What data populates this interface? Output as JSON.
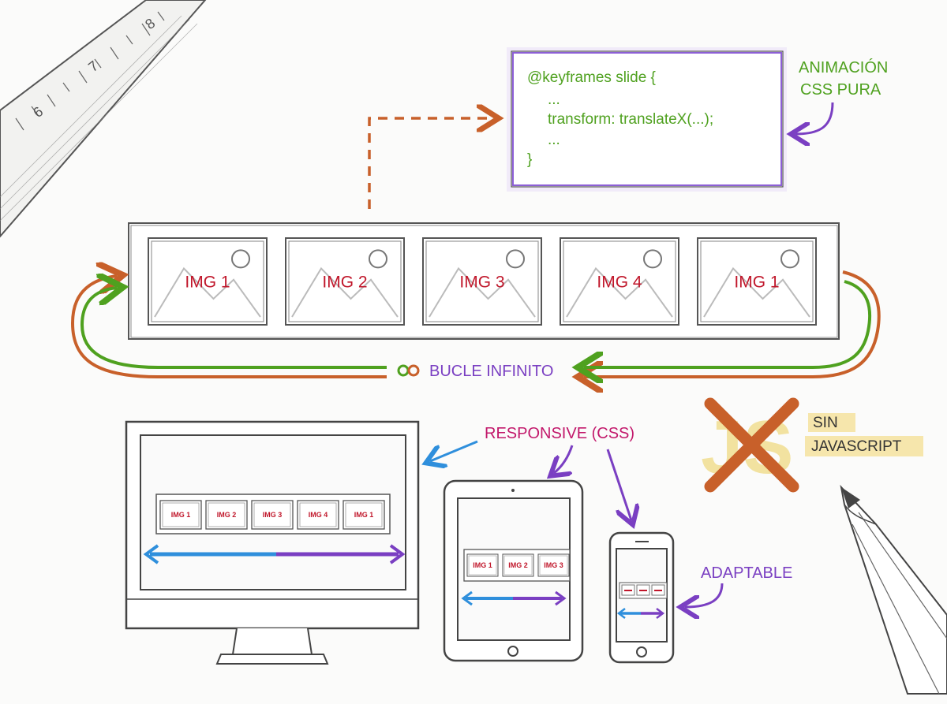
{
  "code_block": {
    "lines": [
      "@keyframes slide {",
      "...",
      "transform:  translateX(...);",
      "...",
      "}"
    ]
  },
  "labels": {
    "animation_line1": "ANIMACIÓN",
    "animation_line2": "CSS PURA",
    "loop": "BUCLE INFINITO",
    "responsive": "RESPONSIVE (CSS)",
    "no_js_line1": "SIN",
    "no_js_line2": "JAVASCRIPT",
    "adaptable": "ADAPTABLE",
    "js_logo": "JS"
  },
  "carousel": {
    "images": [
      "IMG 1",
      "IMG 2",
      "IMG 3",
      "IMG 4",
      "IMG 1"
    ]
  },
  "devices": {
    "desktop_images": [
      "IMG 1",
      "IMG 2",
      "IMG 3",
      "IMG 4",
      "IMG 1"
    ],
    "tablet_images": [
      "IMG 1",
      "IMG 2",
      "IMG 3"
    ]
  },
  "ruler": {
    "ticks": [
      "8",
      "7",
      "6"
    ]
  },
  "colors": {
    "green": "#4fa11f",
    "orange": "#c8602a",
    "purple": "#7a3fc2",
    "blue": "#2f8fdc",
    "pink": "#c2186b",
    "red_label": "#c0162a",
    "highlight_yellow": "#f3dd8a",
    "code_box_border": "#8c5fd6"
  },
  "icons": [
    "image-placeholder-icon",
    "infinity-icon",
    "pencil-icon",
    "ruler-icon",
    "cross-icon"
  ]
}
